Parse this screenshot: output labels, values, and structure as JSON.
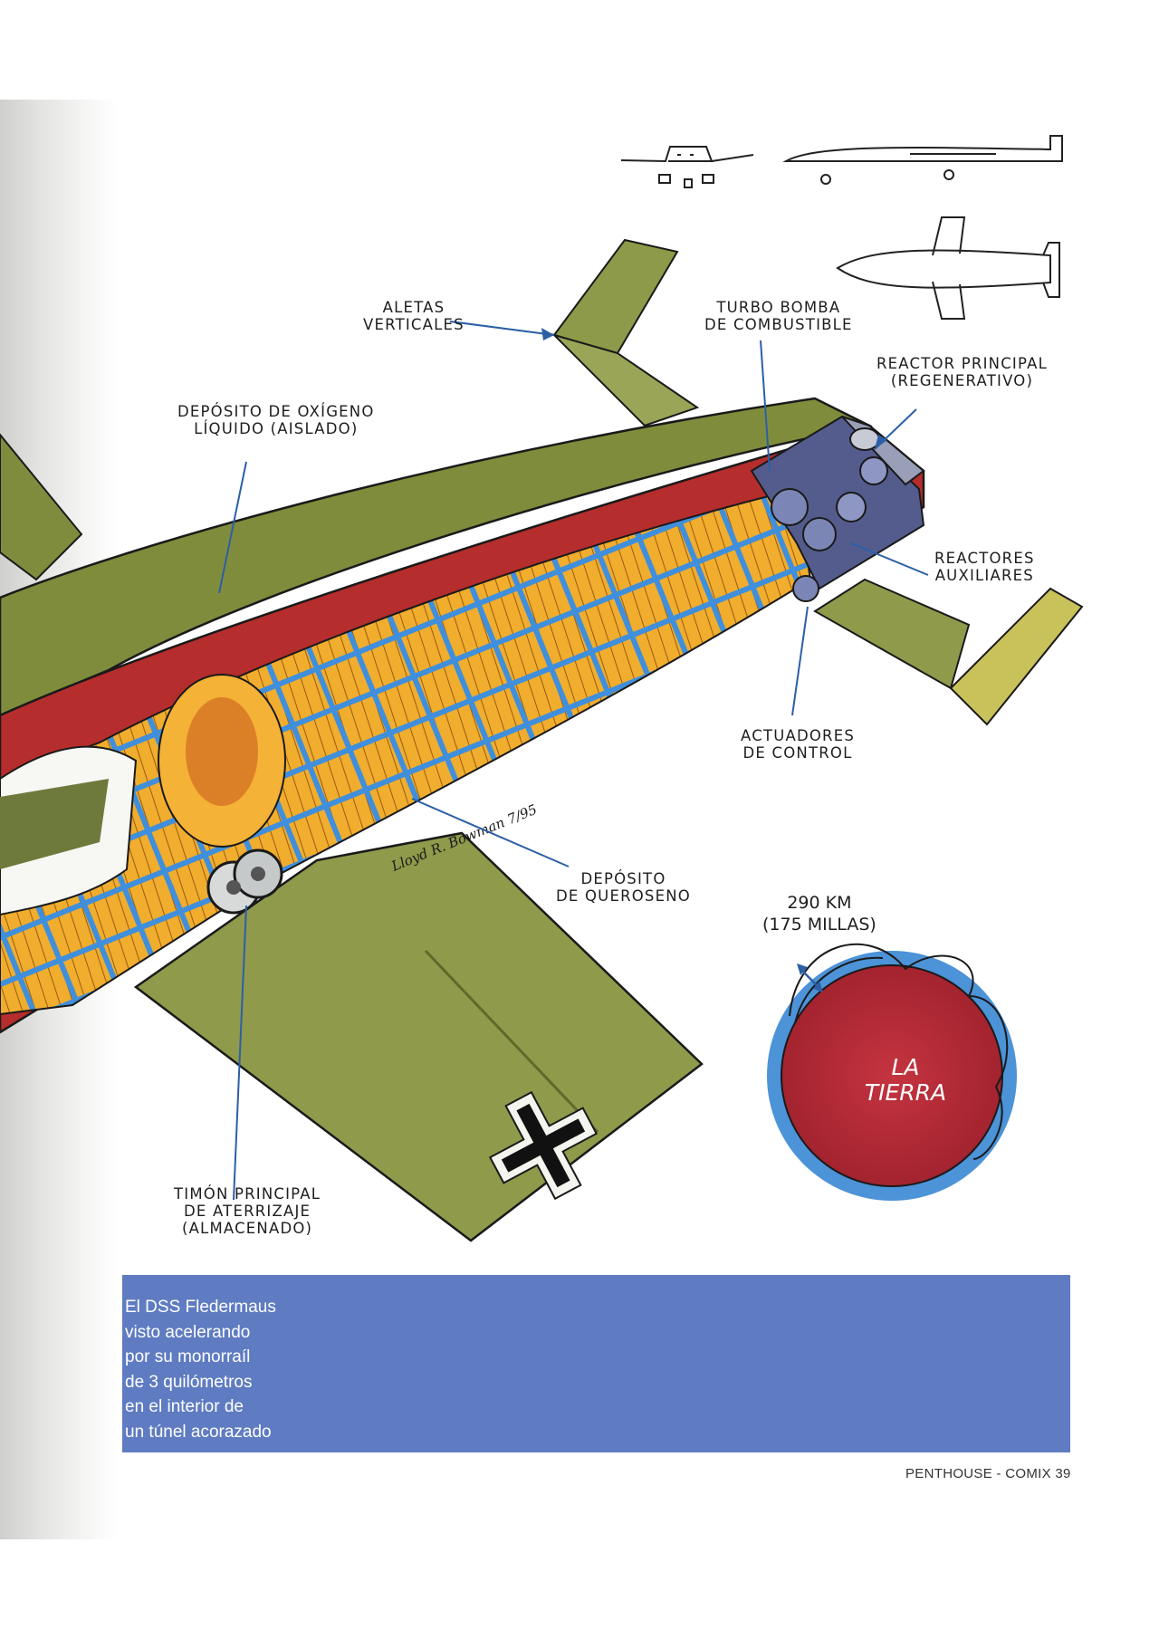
{
  "labels": {
    "aletas": [
      "ALETAS",
      "VERTICALES"
    ],
    "turbo": [
      "TURBO BOMBA",
      "DE COMBUSTIBLE"
    ],
    "reactor_principal": [
      "REACTOR PRINCIPAL",
      "(REGENERATIVO)"
    ],
    "oxigeno": [
      "DEPÓSITO DE OXÍGENO",
      "LÍQUIDO (AISLADO)"
    ],
    "reactores_aux": [
      "REACTORES",
      "AUXILIARES"
    ],
    "actuadores": [
      "ACTUADORES",
      "DE CONTROL"
    ],
    "queroseno": [
      "DEPÓSITO",
      "DE QUEROSENO"
    ],
    "timon": [
      "TIMÓN PRINCIPAL",
      "DE ATERRIZAJE",
      "(ALMACENADO)"
    ]
  },
  "orbit": {
    "altitude_km": "290 KM",
    "altitude_miles": "(175 MILLAS)",
    "earth": [
      "LA",
      "TIERRA"
    ]
  },
  "caption": {
    "lines": [
      "El DSS Fledermaus",
      "visto acelerando",
      "por su monorraíl",
      "de 3 quilómetros",
      "en el interior de",
      "un túnel acorazado"
    ]
  },
  "signature": "Lloyd R. Bowman 7/95",
  "footer": "PENTHOUSE - COMIX  39",
  "colors": {
    "fuselage": "#7d8a3c",
    "tank": "#f2b134",
    "frame": "#3d86d0",
    "earth": "#b52a35",
    "atmosphere": "#4c93d8",
    "caption_bg": "#5f7cc2"
  }
}
